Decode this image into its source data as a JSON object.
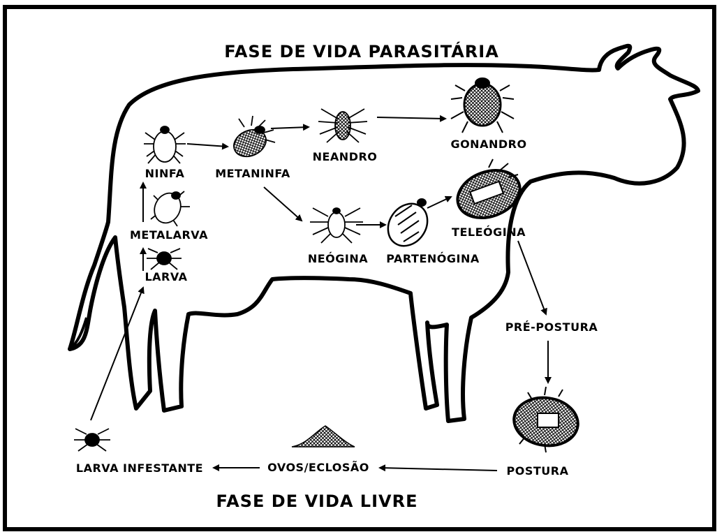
{
  "diagram": {
    "title_top": "FASE DE VIDA PARASITÁRIA",
    "title_bottom": "FASE DE VIDA LIVRE",
    "stages": {
      "ninfa": "NINFA",
      "metaninfa": "METANINFA",
      "neandro": "NEANDRO",
      "gonandro": "GONANDRO",
      "metalarva": "METALARVA",
      "neogina": "NEÓGINA",
      "partenogina": "PARTENÓGINA",
      "teleogina": "TELEÓGINA",
      "larva": "LARVA",
      "pre_postura": "PRÉ-POSTURA",
      "postura": "POSTURA",
      "ovos_eclosao": "OVOS/ECLOSÃO",
      "larva_infestante": "LARVA INFESTANTE"
    },
    "colors": {
      "ink": "#000000",
      "background": "#ffffff"
    }
  }
}
